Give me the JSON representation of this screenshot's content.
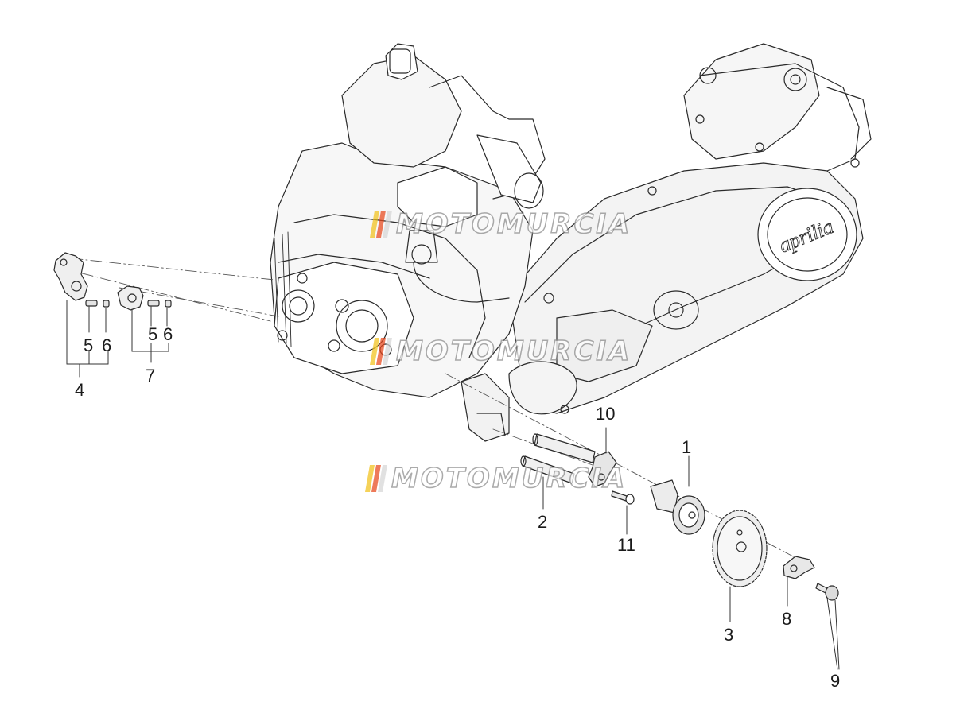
{
  "watermark": {
    "text": "MOTOMURCIA",
    "colors": [
      "#f2c21a",
      "#e8481c",
      "#d6d6d6"
    ]
  },
  "engine": {
    "brand_text": "aprilia"
  },
  "callouts": {
    "c1": "1",
    "c2": "2",
    "c3": "3",
    "c4": "4",
    "c5a": "5",
    "c6a": "6",
    "c5b": "5",
    "c6b": "6",
    "c7": "7",
    "c8": "8",
    "c9": "9",
    "c10": "10",
    "c11": "11"
  },
  "colors": {
    "line": "#2a2a2a",
    "shade": "#e9e9e9",
    "leader": "#333333"
  }
}
